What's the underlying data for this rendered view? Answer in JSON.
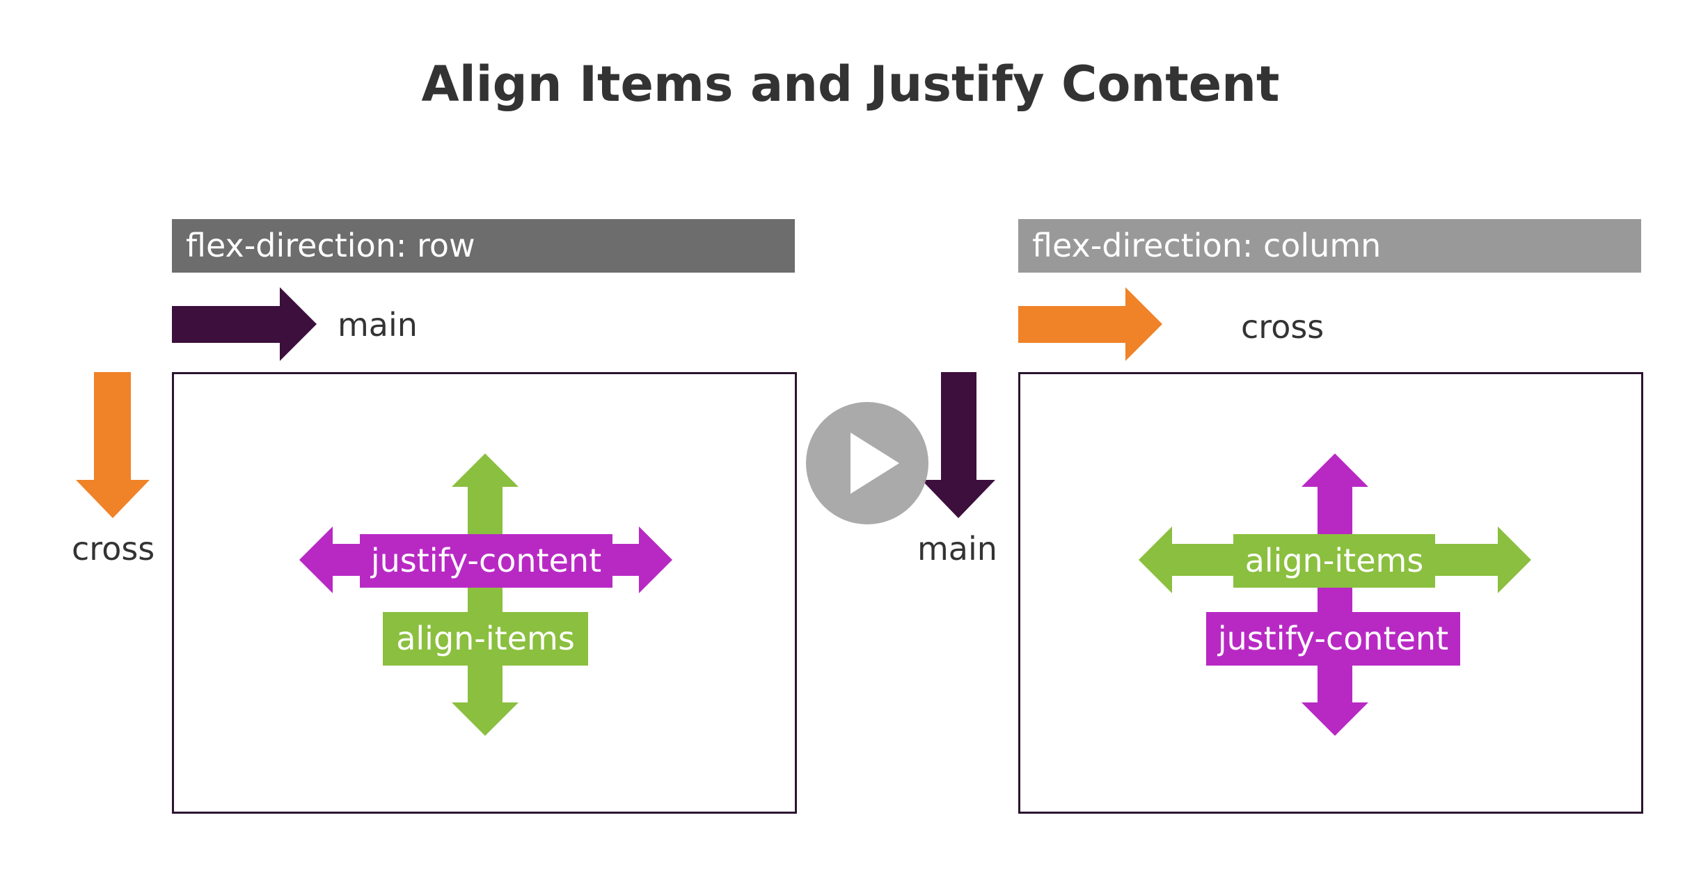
{
  "title": "Align Items and Justify Content",
  "left_panel": {
    "header": "flex-direction: row",
    "top_axis_label": "main",
    "side_axis_label": "cross",
    "horizontal_tag": "justify-content",
    "vertical_tag": "align-items"
  },
  "right_panel": {
    "header": "flex-direction: column",
    "top_axis_label": "cross",
    "side_axis_label": "main",
    "horizontal_tag": "align-items",
    "vertical_tag": "justify-content"
  },
  "colors": {
    "main_axis": "#3d0f3d",
    "cross_axis": "#f08228",
    "magenta": "#b829c4",
    "green": "#8bbf3f",
    "header_dark": "#6d6d6d",
    "header_light": "#999999",
    "play_button": "#a6a6a6"
  },
  "icons": {
    "play": "play-icon"
  }
}
